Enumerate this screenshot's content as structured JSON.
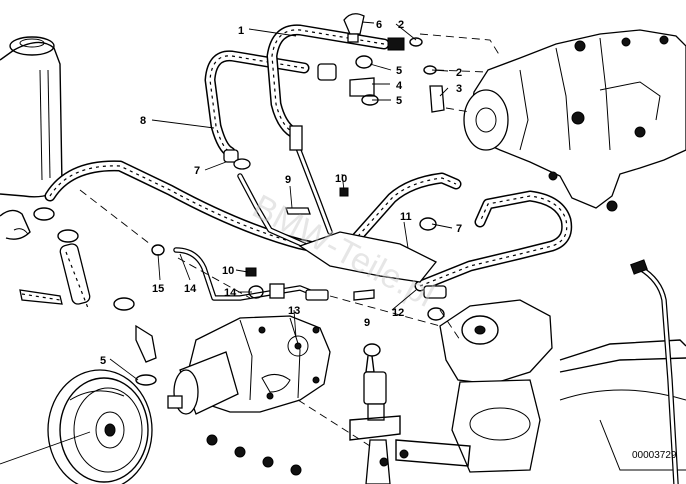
{
  "diagram": {
    "callouts": [
      {
        "id": "c1",
        "text": "1"
      },
      {
        "id": "c6",
        "text": "6"
      },
      {
        "id": "c2a",
        "text": "2"
      },
      {
        "id": "c2b",
        "text": "2"
      },
      {
        "id": "c5a",
        "text": "5"
      },
      {
        "id": "c4",
        "text": "4"
      },
      {
        "id": "c3",
        "text": "3"
      },
      {
        "id": "c5b",
        "text": "5"
      },
      {
        "id": "c8",
        "text": "8"
      },
      {
        "id": "c7a",
        "text": "7"
      },
      {
        "id": "c9a",
        "text": "9"
      },
      {
        "id": "c10a",
        "text": "10"
      },
      {
        "id": "c11",
        "text": "11"
      },
      {
        "id": "c7b",
        "text": "7"
      },
      {
        "id": "c10b",
        "text": "10"
      },
      {
        "id": "c14a",
        "text": "14"
      },
      {
        "id": "c15",
        "text": "15"
      },
      {
        "id": "c14b",
        "text": "14"
      },
      {
        "id": "c9b",
        "text": "9"
      },
      {
        "id": "c12",
        "text": "12"
      },
      {
        "id": "c13",
        "text": "13"
      },
      {
        "id": "c5c",
        "text": "5"
      }
    ],
    "doc_number": "00003729",
    "watermark": "BMW-Teile.pl"
  }
}
